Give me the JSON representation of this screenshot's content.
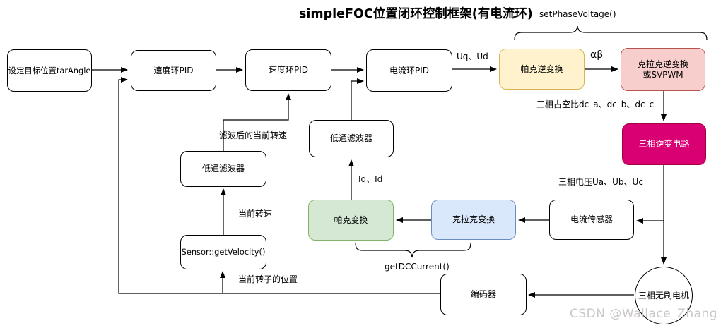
{
  "title": "simpleFOC位置闭环控制框架(有电流环)",
  "annotations": {
    "set_phase_voltage": "setPhaseVoltage()",
    "get_dc_current": "getDCCurrent()"
  },
  "nodes": {
    "target": {
      "label": "设定目标位置tarAngle"
    },
    "pid_speed_1": {
      "label": "速度环PID"
    },
    "pid_speed_2": {
      "label": "速度环PID"
    },
    "pid_current": {
      "label": "电流环PID"
    },
    "inverse_park": {
      "label": "帕克逆变换"
    },
    "inverse_clarke": {
      "label_line1": "克拉克逆变换",
      "label_line2": "或SVPWM"
    },
    "inverter": {
      "label": "三相逆变电路"
    },
    "current_sensor": {
      "label": "电流传感器"
    },
    "clarke": {
      "label": "克拉克变换"
    },
    "park": {
      "label": "帕克变换"
    },
    "lpf_current": {
      "label": "低通滤波器"
    },
    "lpf_velocity": {
      "label": "低通滤波器"
    },
    "sensor_get_velocity": {
      "label": "Sensor::getVelocity()"
    },
    "encoder": {
      "label": "编码器"
    },
    "motor": {
      "label": "三相无刷电机"
    }
  },
  "edge_labels": {
    "uq_ud": "Uq、Ud",
    "alpha_beta": "αβ",
    "duty_cycle": "三相占空比dc_a、dc_b、dc_c",
    "phase_voltage": "三相电压Ua、Ub、Uc",
    "iq_id": "Iq、Id",
    "filtered_velocity": "滤波后的当前转速",
    "current_velocity": "当前转速",
    "rotor_position": "当前转子的位置"
  },
  "watermark": "CSDN @Wallace_Zhang",
  "colors": {
    "yellow": {
      "bg": "#FFF2CC",
      "border": "#D6B656"
    },
    "red": {
      "bg": "#F8CECC",
      "border": "#B85450"
    },
    "magenta": {
      "bg": "#D80073",
      "border": "#A50040",
      "text": "#FFFFFF"
    },
    "green": {
      "bg": "#D5E8D4",
      "border": "#82B366"
    },
    "blue": {
      "bg": "#DAE8FC",
      "border": "#6C8EBF"
    },
    "line": {
      "bg": "#000000",
      "border": "#000000"
    }
  }
}
